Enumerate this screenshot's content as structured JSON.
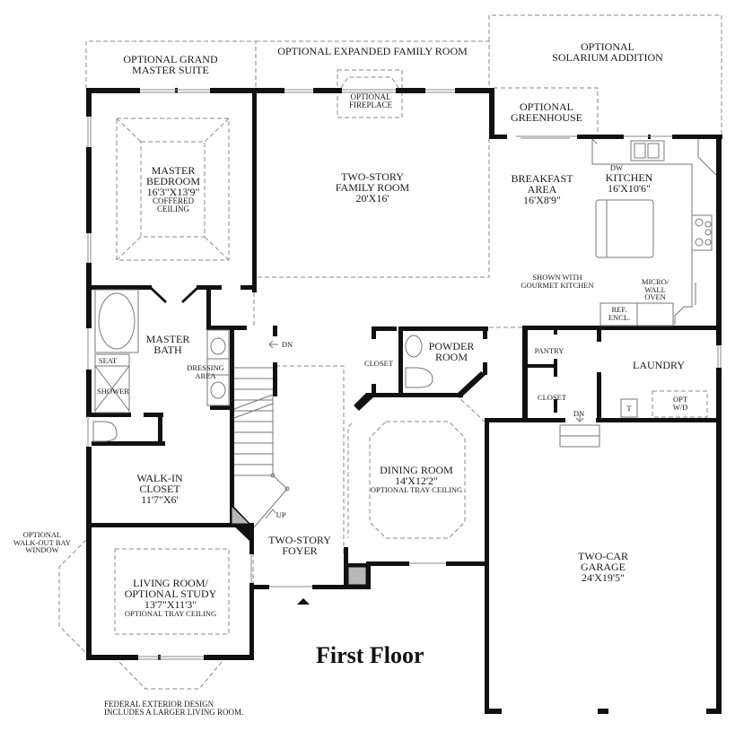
{
  "plan": {
    "title": "First Floor",
    "footnote": [
      "FEDERAL EXTERIOR DESIGN",
      "INCLUDES A LARGER LIVING ROOM."
    ]
  },
  "options": {
    "grand_master_suite": [
      "OPTIONAL GRAND",
      "MASTER SUITE"
    ],
    "expanded_family_room": [
      "OPTIONAL EXPANDED FAMILY ROOM"
    ],
    "fireplace": [
      "OPTIONAL",
      "FIREPLACE"
    ],
    "solarium": [
      "OPTIONAL",
      "SOLARIUM ADDITION"
    ],
    "greenhouse": [
      "OPTIONAL",
      "GREENHOUSE"
    ],
    "bay_window": [
      "OPTIONAL",
      "WALK-OUT BAY",
      "WINDOW"
    ]
  },
  "rooms": {
    "master_bedroom": {
      "name": [
        "MASTER",
        "BEDROOM"
      ],
      "size": "16'3\"X13'9\"",
      "note": [
        "COFFERED",
        "CEILING"
      ]
    },
    "family_room": {
      "name": [
        "TWO-STORY",
        "FAMILY ROOM"
      ],
      "size": "20'X16'"
    },
    "breakfast": {
      "name": [
        "BREAKFAST",
        "AREA"
      ],
      "size": "16'X8'9\""
    },
    "kitchen": {
      "name": [
        "KITCHEN"
      ],
      "size": "16'X10'6\"",
      "note": [
        "SHOWN WITH",
        "GOURMET KITCHEN"
      ]
    },
    "master_bath": {
      "name": [
        "MASTER",
        "BATH"
      ]
    },
    "dressing_area": {
      "name": [
        "DRESSING",
        "AREA"
      ]
    },
    "walk_in_closet": {
      "name": [
        "WALK-IN",
        "CLOSET"
      ],
      "size": "11'7\"X6'"
    },
    "living_room": {
      "name": [
        "LIVING ROOM/",
        "OPTIONAL STUDY"
      ],
      "size": "13'7\"X11'3\"",
      "note": "OPTIONAL TRAY CEILING"
    },
    "foyer": {
      "name": [
        "TWO-STORY",
        "FOYER"
      ]
    },
    "dining_room": {
      "name": [
        "DINING ROOM"
      ],
      "size": "14'X12'2\"",
      "note": "OPTIONAL TRAY CEILING"
    },
    "powder_room": {
      "name": [
        "POWDER",
        "ROOM"
      ]
    },
    "closet_front": {
      "name": "CLOSET"
    },
    "pantry": {
      "name": "PANTRY"
    },
    "closet_rear": {
      "name": "CLOSET"
    },
    "laundry": {
      "name": "LAUNDRY"
    },
    "garage": {
      "name": [
        "TWO-CAR",
        "GARAGE"
      ],
      "size": "24'X19'5\""
    }
  },
  "fixtures": {
    "dw": "DW",
    "micro": [
      "MICRO/",
      "WALL",
      "OVEN"
    ],
    "ref": [
      "REF.",
      "ENCL."
    ],
    "seat": "SEAT",
    "shower": "SHOWER",
    "t": "T",
    "wd": [
      "OPT",
      "W/D"
    ],
    "stair_dn_main": "DN",
    "stair_up": "UP",
    "stair_dn_garage": "DN"
  },
  "colors": {
    "wall": "#111111",
    "dash": "#8a8a8a",
    "fixture": "#777777",
    "column": "#b8b8b8"
  }
}
